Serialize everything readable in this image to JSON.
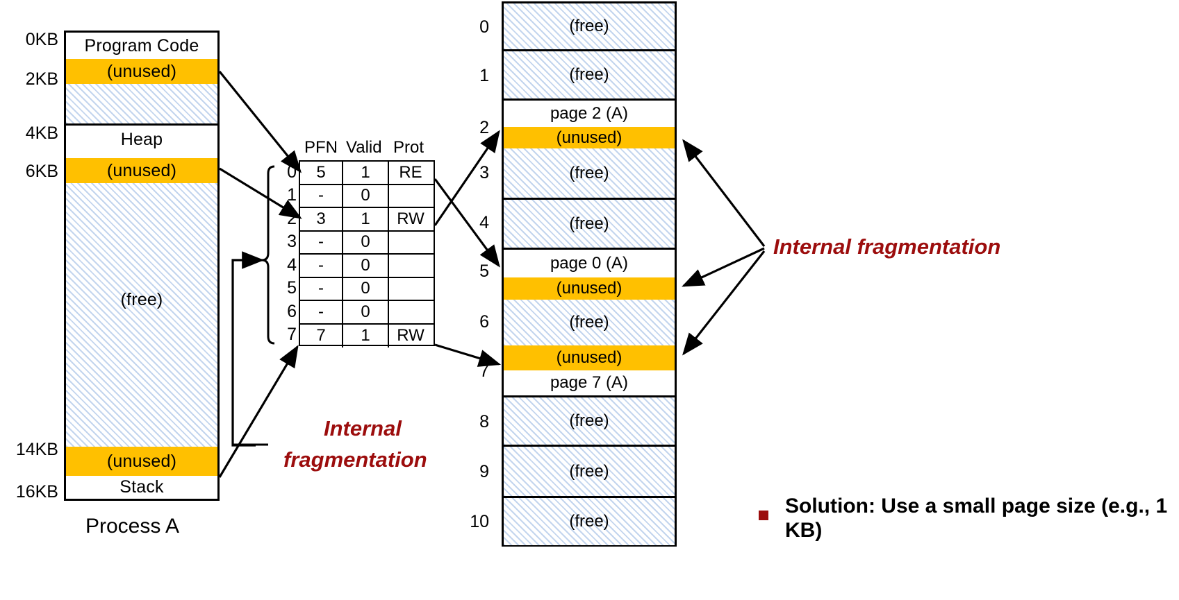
{
  "address_space": {
    "title": "Process A",
    "addresses": [
      "0KB",
      "2KB",
      "4KB",
      "6KB",
      "14KB",
      "16KB"
    ],
    "segments": [
      {
        "name": "code",
        "label": "Program Code",
        "fill": "white"
      },
      {
        "name": "code-unused",
        "label": "(unused)",
        "fill": "unused"
      },
      {
        "name": "code-free",
        "label": "",
        "fill": "hatch"
      },
      {
        "name": "heap",
        "label": "Heap",
        "fill": "white"
      },
      {
        "name": "heap-unused",
        "label": "(unused)",
        "fill": "unused"
      },
      {
        "name": "free",
        "label": "(free)",
        "fill": "hatch"
      },
      {
        "name": "stack-unused",
        "label": "(unused)",
        "fill": "unused"
      },
      {
        "name": "stack",
        "label": "Stack",
        "fill": "white"
      }
    ]
  },
  "page_table": {
    "headers": [
      "PFN",
      "Valid",
      "Prot"
    ],
    "rows": [
      {
        "index": "0",
        "pfn": "5",
        "valid": "1",
        "prot": "RE"
      },
      {
        "index": "1",
        "pfn": "-",
        "valid": "0",
        "prot": ""
      },
      {
        "index": "2",
        "pfn": "3",
        "valid": "1",
        "prot": "RW"
      },
      {
        "index": "3",
        "pfn": "-",
        "valid": "0",
        "prot": ""
      },
      {
        "index": "4",
        "pfn": "-",
        "valid": "0",
        "prot": ""
      },
      {
        "index": "5",
        "pfn": "-",
        "valid": "0",
        "prot": ""
      },
      {
        "index": "6",
        "pfn": "-",
        "valid": "0",
        "prot": ""
      },
      {
        "index": "7",
        "pfn": "7",
        "valid": "1",
        "prot": "RW"
      }
    ]
  },
  "physical_memory": {
    "frames": [
      {
        "index": "0",
        "parts": [
          {
            "label": "(free)",
            "fill": "hatch"
          }
        ]
      },
      {
        "index": "1",
        "parts": [
          {
            "label": "(free)",
            "fill": "hatch"
          }
        ]
      },
      {
        "index": "2",
        "parts": [
          {
            "label": "page 2 (A)",
            "fill": "white"
          },
          {
            "label": "(unused)",
            "fill": "unused"
          }
        ]
      },
      {
        "index": "3",
        "parts": [
          {
            "label": "(free)",
            "fill": "hatch"
          }
        ]
      },
      {
        "index": "4",
        "parts": [
          {
            "label": "(free)",
            "fill": "hatch"
          }
        ]
      },
      {
        "index": "5",
        "parts": [
          {
            "label": "page 0 (A)",
            "fill": "white"
          },
          {
            "label": "(unused)",
            "fill": "unused"
          }
        ]
      },
      {
        "index": "6",
        "parts": [
          {
            "label": "(free)",
            "fill": "hatch"
          }
        ]
      },
      {
        "index": "7",
        "parts": [
          {
            "label": "(unused)",
            "fill": "unused"
          },
          {
            "label": "page 7 (A)",
            "fill": "white"
          }
        ]
      },
      {
        "index": "8",
        "parts": [
          {
            "label": "(free)",
            "fill": "hatch"
          }
        ]
      },
      {
        "index": "9",
        "parts": [
          {
            "label": "(free)",
            "fill": "hatch"
          }
        ]
      },
      {
        "index": "10",
        "parts": [
          {
            "label": "(free)",
            "fill": "hatch"
          }
        ]
      }
    ]
  },
  "annotations": {
    "left_frag_line1": "Internal",
    "left_frag_line2": "fragmentation",
    "right_frag": "Internal fragmentation",
    "solution": "Solution: Use a small page size (e.g., 1 KB)"
  },
  "colors": {
    "unused": "#ffc000",
    "hatch": "#c3d5ee",
    "accent_red": "#9c0d0d",
    "outline": "#000000"
  }
}
